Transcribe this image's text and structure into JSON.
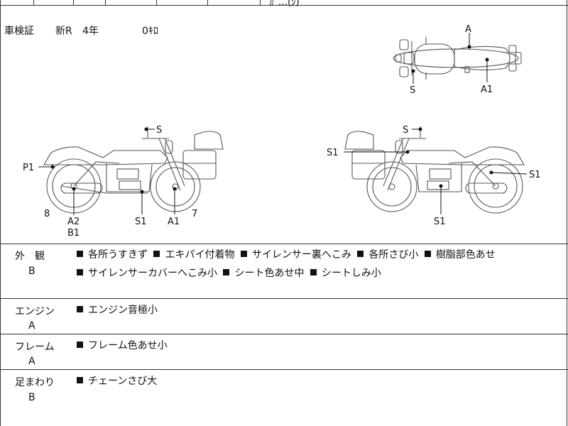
{
  "top": {
    "fragment": "ｶﾞ…(ｼ)"
  },
  "inspection": {
    "label": "車検証",
    "type": "新R",
    "years": "4年",
    "km": "0ｷﾛ"
  },
  "diagram_labels": {
    "top_view": {
      "a": "A",
      "s": "S",
      "a1": "A1"
    },
    "left_view": {
      "s": "S",
      "p1": "P1",
      "eight": "8",
      "a2": "A2",
      "b1": "B1",
      "s1": "S1",
      "a1": "A1",
      "seven": "7"
    },
    "right_view": {
      "s": "S",
      "s1_top": "S1",
      "s1_right": "S1",
      "s1_bottom": "S1"
    }
  },
  "sections": [
    {
      "category": "外　観",
      "grade": "B",
      "items": [
        "各所うすきず",
        "エキパイ付着物",
        "サイレンサー裏へこみ",
        "各所さび小",
        "樹脂部色あせ",
        "サイレンサーカバーへこみ小",
        "シート色あせ中",
        "シートしみ小"
      ]
    },
    {
      "category": "エンジン",
      "grade": "A",
      "items": [
        "エンジン音極小"
      ]
    },
    {
      "category": "フレーム",
      "grade": "A",
      "items": [
        "フレーム色あせ小"
      ]
    },
    {
      "category": "足まわり",
      "grade": "B",
      "items": [
        "チェーンさび大"
      ]
    }
  ]
}
